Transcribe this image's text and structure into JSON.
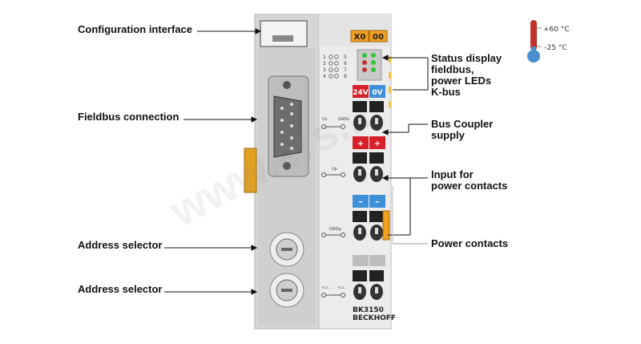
{
  "labels": {
    "config_interface": "Configuration interface",
    "fieldbus_connection": "Fieldbus connection",
    "address_selector_1": "Address selector",
    "address_selector_2": "Address selector",
    "status_display": "Status display\nfieldbus,\npower LEDs\nK-bus",
    "bus_coupler_supply": "Bus Coupler\nsupply",
    "input_power_contacts": "Input for\npower contacts",
    "power_contacts": "Power contacts"
  },
  "device": {
    "tag_x0": "X0",
    "tag_00": "00",
    "tag_24v": "24V",
    "tag_0v": "0V",
    "plus_1": "+",
    "plus_2": "+",
    "minus_1": "–",
    "minus_2": "–",
    "model": "BK3150",
    "brand": "BECKHOFF",
    "contact_label_us": "Us",
    "contact_label_gnds": "GNDs",
    "contact_label_up": "Up",
    "contact_label_gndp": "GNDp",
    "contact_label_nc1": "n.c.",
    "contact_label_nc2": "n.c.",
    "led_num_1": "1",
    "led_num_2": "2",
    "led_num_3": "3",
    "led_num_4": "4",
    "led_num_5": "5",
    "led_num_6": "6",
    "led_num_7": "7",
    "led_num_8": "8"
  },
  "temperature": {
    "max": "+60 °C",
    "min": "–25 °C"
  },
  "watermark": "www.ers...",
  "colors": {
    "housing": "#d9d9d9",
    "terminal_body": "#ececec",
    "orange_tag": "#f0a020",
    "red_tag": "#d8202a",
    "blue_tag": "#3d8fd6",
    "led_green": "#35c235",
    "led_red": "#c23030",
    "thermo_red": "#c0342c",
    "thermo_blue": "#4a8fd0"
  }
}
